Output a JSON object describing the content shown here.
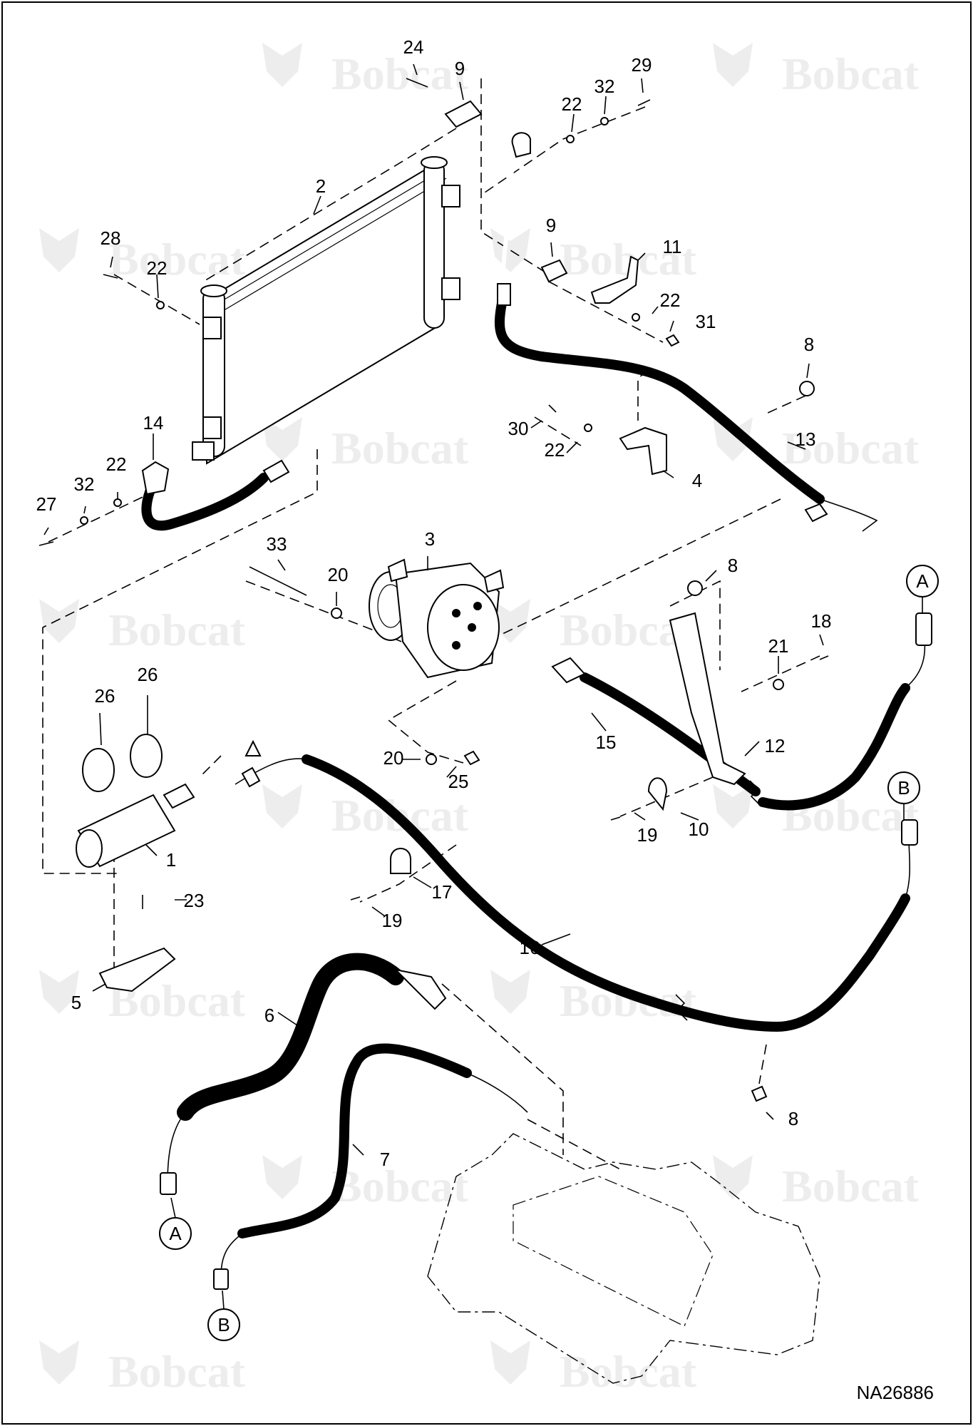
{
  "diagram": {
    "drawing_number": "NA26886",
    "watermark_text": "Bobcat",
    "colors": {
      "ink": "#000000",
      "background": "#ffffff",
      "watermark": "#ededed"
    },
    "callouts": [
      {
        "id": "c24",
        "text": "24"
      },
      {
        "id": "c9a",
        "text": "9"
      },
      {
        "id": "c29",
        "text": "29"
      },
      {
        "id": "c32a",
        "text": "32"
      },
      {
        "id": "c22a",
        "text": "22"
      },
      {
        "id": "c2",
        "text": "2"
      },
      {
        "id": "c9b",
        "text": "9"
      },
      {
        "id": "c11",
        "text": "11"
      },
      {
        "id": "c22b",
        "text": "22"
      },
      {
        "id": "c31",
        "text": "31"
      },
      {
        "id": "c28",
        "text": "28"
      },
      {
        "id": "c22c",
        "text": "22"
      },
      {
        "id": "c8a",
        "text": "8"
      },
      {
        "id": "c13",
        "text": "13"
      },
      {
        "id": "c30",
        "text": "30"
      },
      {
        "id": "c22d",
        "text": "22"
      },
      {
        "id": "c4",
        "text": "4"
      },
      {
        "id": "c14",
        "text": "14"
      },
      {
        "id": "c22e",
        "text": "22"
      },
      {
        "id": "c32b",
        "text": "32"
      },
      {
        "id": "c27",
        "text": "27"
      },
      {
        "id": "c33",
        "text": "33"
      },
      {
        "id": "c20a",
        "text": "20"
      },
      {
        "id": "c3",
        "text": "3"
      },
      {
        "id": "c8b",
        "text": "8"
      },
      {
        "id": "c18",
        "text": "18"
      },
      {
        "id": "c21",
        "text": "21"
      },
      {
        "id": "c12",
        "text": "12"
      },
      {
        "id": "c15",
        "text": "15"
      },
      {
        "id": "c26a",
        "text": "26"
      },
      {
        "id": "c26b",
        "text": "26"
      },
      {
        "id": "c20b",
        "text": "20"
      },
      {
        "id": "c25",
        "text": "25"
      },
      {
        "id": "c1",
        "text": "1"
      },
      {
        "id": "c19a",
        "text": "19"
      },
      {
        "id": "c10",
        "text": "10"
      },
      {
        "id": "c17",
        "text": "17"
      },
      {
        "id": "c19b",
        "text": "19"
      },
      {
        "id": "c23",
        "text": "23"
      },
      {
        "id": "c16",
        "text": "16"
      },
      {
        "id": "c5",
        "text": "5"
      },
      {
        "id": "c6",
        "text": "6"
      },
      {
        "id": "c8c",
        "text": "8"
      },
      {
        "id": "c7",
        "text": "7"
      }
    ],
    "connectors": [
      {
        "id": "ca_top",
        "text": "A"
      },
      {
        "id": "cb_top",
        "text": "B"
      },
      {
        "id": "ca_bot",
        "text": "A"
      },
      {
        "id": "cb_bot",
        "text": "B"
      }
    ]
  }
}
